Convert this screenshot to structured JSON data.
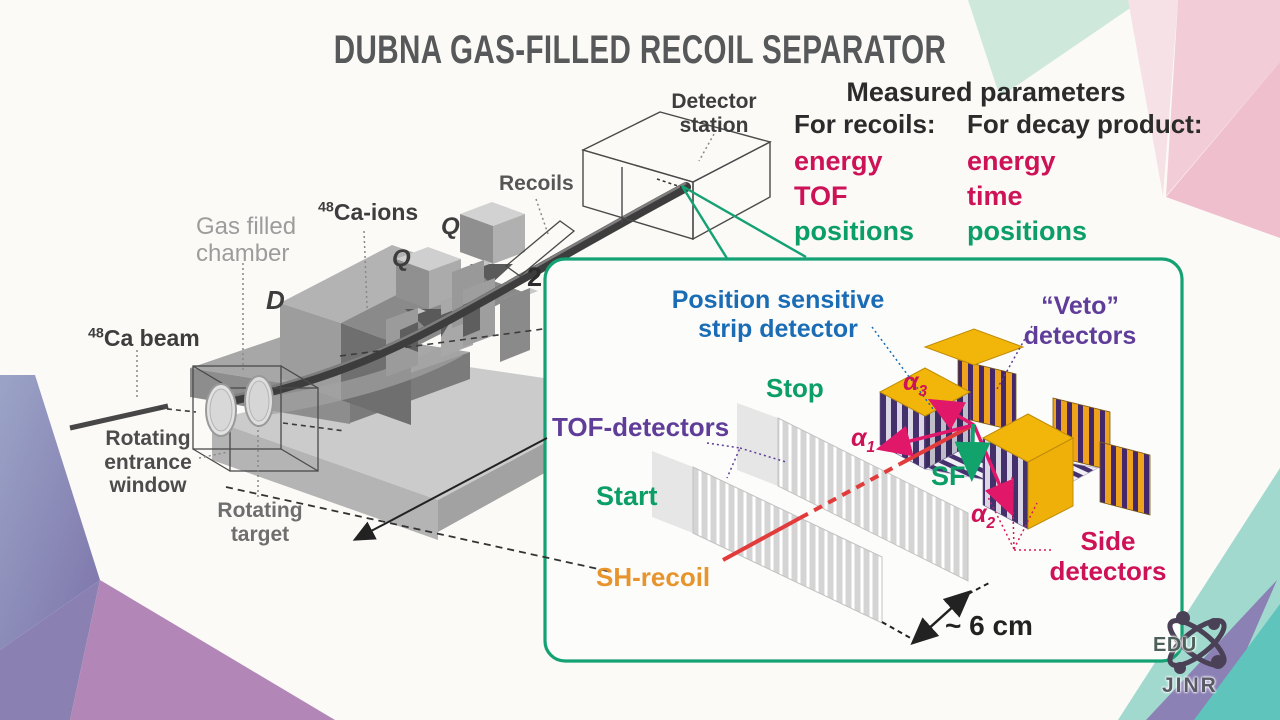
{
  "slide": {
    "title": "DUBNA GAS-FILLED RECOIL SEPARATOR"
  },
  "separator": {
    "gas_chamber": [
      "Gas filled",
      "chamber"
    ],
    "ca_ions": {
      "sup": "48",
      "text": "Ca-ions"
    },
    "ca_beam": {
      "sup": "48",
      "text": "Ca beam"
    },
    "dipole_label": "D",
    "quad_label_1": "Q",
    "quad_label_2": "Q",
    "recoils_label": "Recoils",
    "detector_station": [
      "Detector",
      "station"
    ],
    "rotating_window": [
      "Rotating",
      "entrance",
      "window"
    ],
    "rotating_target": [
      "Rotating",
      "target"
    ],
    "bend_number": "2"
  },
  "parameters": {
    "title": "Measured parameters",
    "col1_header": "For recoils:",
    "col2_header": "For decay product:",
    "col1_items": [
      "energy",
      "TOF",
      "positions"
    ],
    "col2_items": [
      "energy",
      "time",
      "positions"
    ]
  },
  "inset": {
    "strip_detector": [
      "Position sensitive",
      "strip detector"
    ],
    "veto": [
      "“Veto”",
      "detectors"
    ],
    "stop_label": "Stop",
    "tof_label": "TOF-detectors",
    "start_label": "Start",
    "sh_recoil_label": "SH-recoil",
    "alpha1": {
      "base": "α",
      "sub": "1"
    },
    "alpha2": {
      "base": "α",
      "sub": "2"
    },
    "alpha3": {
      "base": "α",
      "sub": "3"
    },
    "sf_label": "SF",
    "side_detectors": [
      "Side",
      "detectors"
    ],
    "scale_label": "~ 6 cm"
  },
  "logo": {
    "edu": "EDU",
    "jinr": "JINR"
  },
  "colors": {
    "crimson": "#ce1257",
    "green": "#0b9e66",
    "purple": "#5f3d99",
    "blue": "#1a6cb5",
    "orange": "#e8942c",
    "gold": "#f2b50a",
    "inset_border": "#14a173",
    "stripe_purple": "#44306a",
    "stripe_orange": "#efa21c",
    "title_gray": "#57585a"
  }
}
